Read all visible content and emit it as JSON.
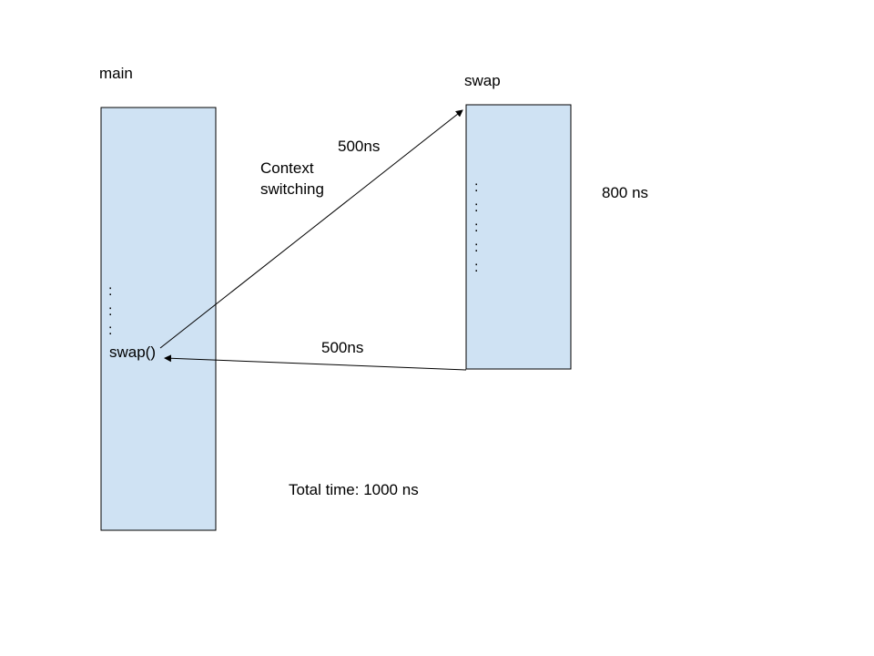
{
  "main": {
    "title": "main",
    "ellipsis": [
      ":",
      ":",
      ":"
    ],
    "call": "swap()",
    "fill": "#cfe2f3",
    "stroke": "#000000"
  },
  "swap": {
    "title": "swap",
    "ellipsis": [
      ":",
      ":",
      ":",
      ":",
      ":"
    ],
    "duration": "800 ns",
    "fill": "#cfe2f3",
    "stroke": "#000000"
  },
  "arrows": {
    "call_time": "500ns",
    "return_time": "500ns"
  },
  "context_switch": {
    "line1": "Context",
    "line2": "switching"
  },
  "total": "Total time: 1000 ns"
}
